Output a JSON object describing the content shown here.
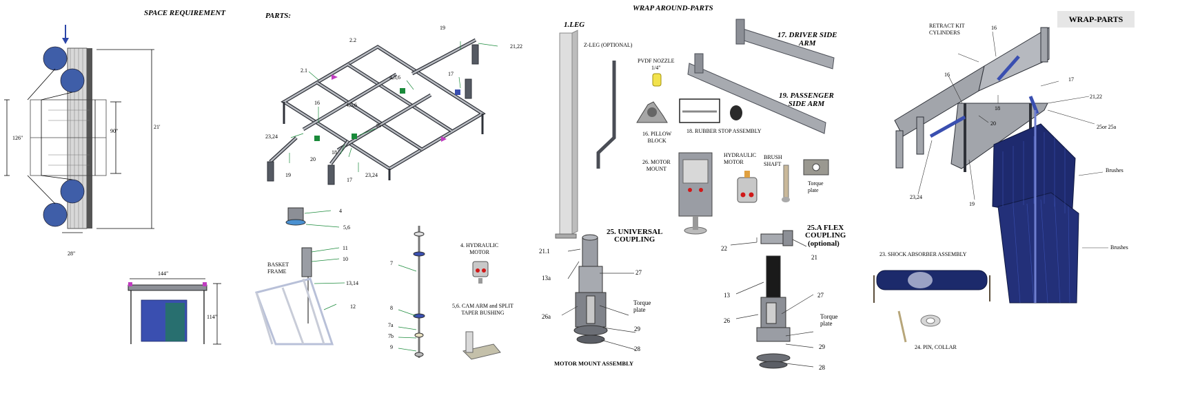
{
  "headings": {
    "space_requirement": "SPACE REQUIREMENT",
    "parts": "PARTS:",
    "wrap_around_parts": "WRAP AROUND-PARTS",
    "wrap_parts": "WRAP-PARTS"
  },
  "space": {
    "dim_126": "126\"",
    "dim_90": "90\"",
    "dim_21": "21'",
    "dim_28": "28\"",
    "dim_144": "144\"",
    "dim_114": "114\""
  },
  "parts": {
    "frame_labels": [
      "2.2",
      "19",
      "21,22",
      "2.1",
      "4,5,6",
      "17",
      "16",
      "4,5,6",
      "16",
      "23,24",
      "20",
      "18",
      "19",
      "17",
      "23,24"
    ],
    "basket_labels": [
      "4",
      "5,6",
      "11",
      "10",
      "13,14",
      "12"
    ],
    "basket_frame": "BASKET\nFRAME",
    "shaft_labels": [
      "7",
      "8",
      "7a",
      "7b",
      "9"
    ],
    "hydraulic_motor": "4. HYDRAULIC\nMOTOR",
    "cam_arm": "5,6. CAM ARM and SPLIT\nTAPER BUSHING"
  },
  "wrap": {
    "leg": "1.LEG",
    "z_leg": "Z-LEG (OPTIONAL)",
    "pvdf": "PVDF NOZZLE\n1/4\"",
    "pillow": "16. PILLOW\nBLOCK",
    "rubber_stop": "18. RUBBER STOP ASSEMBLY",
    "driver_arm": "17. DRIVER SIDE\nARM",
    "passenger_arm": "19. PASSENGER\nSIDE ARM",
    "motor_mount_26": "26. MOTOR\nMOUNT",
    "hyd_motor": "HYDRAULIC\nMOTOR",
    "brush_shaft": "BRUSH\nSHAFT",
    "torque_plate": "Torque\nplate",
    "universal": "25. UNIVERSAL\nCOUPLING",
    "flex": "25.A FLEX\nCOUPLING",
    "flex_opt": "(optional)",
    "motor_mount_assembly": "MOTOR MOUNT ASSEMBLY",
    "uc_labels": [
      "21.1",
      "13a",
      "27",
      "Torque\nplate",
      "26a",
      "29",
      "28"
    ],
    "fc_labels": [
      "22",
      "21",
      "13",
      "27",
      "26",
      "Torque\nplate",
      "29",
      "28"
    ]
  },
  "wrap_parts": {
    "retract": "RETRACT KIT\nCYLINDERS",
    "labels": [
      "16",
      "16",
      "17",
      "18",
      "21,22",
      "20",
      "25or 25a",
      "23,24",
      "19"
    ],
    "brushes": "Brushes",
    "shock": "23. SHOCK ABSORBER ASSEMBLY",
    "pin": "24. PIN, COLLAR"
  },
  "colors": {
    "steel": "#8c8f96",
    "steel_dark": "#4a4d55",
    "blue": "#3a4fb0",
    "navy": "#1c2a6b",
    "green": "#1a8a3a",
    "purple": "#c03cc0",
    "yellow": "#f2e24c",
    "red": "#d01818"
  }
}
